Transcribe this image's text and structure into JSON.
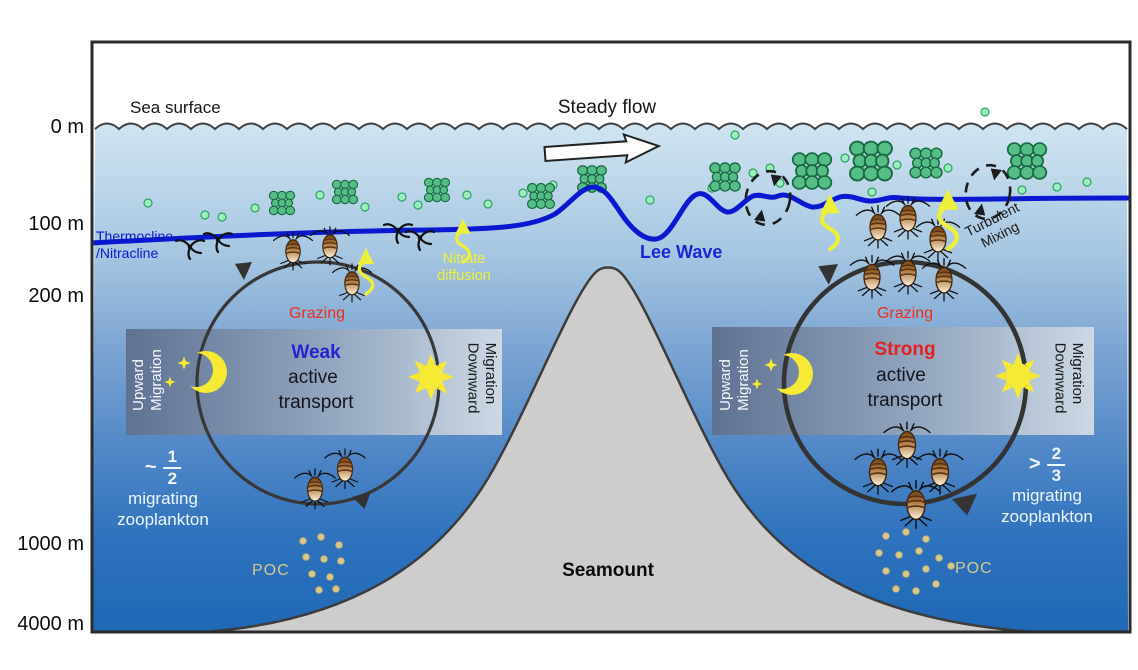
{
  "colors": {
    "water_top": "#cfe4f1",
    "water_deep": "#1f68b6",
    "thermo_blue": "#0a18cf",
    "leewave_blue": "#1a28d4",
    "grazing_red": "#e8301c",
    "weak_blue": "#2525cf",
    "strong_red": "#e52020",
    "nitrate_yellow": "#edf03a",
    "poc_tan": "#d8c88e",
    "seamount_gray": "#cdcdcd",
    "sun_moon_yellow": "#f6ea35",
    "diatom_green": "#55bd85",
    "dot_green": "#9af0ba"
  },
  "axis": {
    "labels": [
      "0 m",
      "100 m",
      "200 m",
      "1000 m",
      "4000 m"
    ]
  },
  "surface": {
    "sea_surface": "Sea surface",
    "steady_flow": "Steady flow"
  },
  "ocean_labels": {
    "thermocline_1": "Thermocline",
    "thermocline_2": "/Nitracline",
    "lee_wave": "Lee Wave",
    "nitrate_1": "Nitrate",
    "nitrate_2": "diffusion",
    "turbulent_1": "Turbulent",
    "turbulent_2": "Mixing"
  },
  "left_cycle": {
    "grazing": "Grazing",
    "strength": "Weak",
    "active": "active",
    "transport": "transport",
    "upward_1": "Upward",
    "upward_2": "Migration",
    "downward_1": "Downward",
    "downward_2": "Migration",
    "fraction_prefix": "~",
    "fraction_num": "1",
    "fraction_den": "2",
    "caption_1": "migrating",
    "caption_2": "zooplankton",
    "poc": "POC"
  },
  "right_cycle": {
    "grazing": "Grazing",
    "strength": "Strong",
    "active": "active",
    "transport": "transport",
    "upward_1": "Upward",
    "upward_2": "Migration",
    "downward_1": "Downward",
    "downward_2": "Migration",
    "fraction_prefix": ">",
    "fraction_num": "2",
    "fraction_den": "3",
    "caption_1": "migrating",
    "caption_2": "zooplankton",
    "poc": "POC"
  },
  "seamount": {
    "label": "Seamount"
  }
}
